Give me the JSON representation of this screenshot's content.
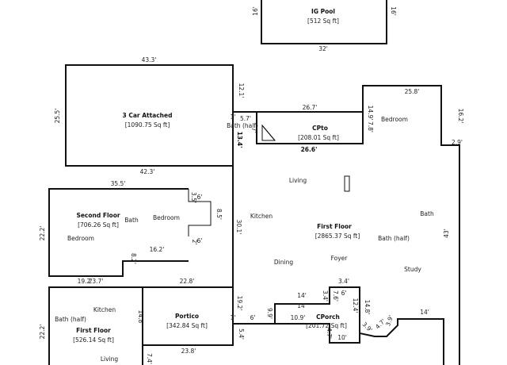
{
  "areas": [
    {
      "name": "IG Pool",
      "size": "[512 Sq ft]"
    },
    {
      "name": "3 Car Attached",
      "size": "[1090.75 Sq ft]"
    },
    {
      "name": "CPto",
      "size": "[208.01 Sq ft]"
    },
    {
      "name": "Second Floor",
      "size": "[706.26 Sq ft]"
    },
    {
      "name": "First Floor",
      "size": "[2865.37 Sq ft]"
    },
    {
      "name": "Portico",
      "size": "[342.84 Sq ft]"
    },
    {
      "name": "CPorch",
      "size": "[201.72 Sq ft]"
    },
    {
      "name": "First Floor",
      "size": "[526.14 Sq ft]"
    }
  ],
  "rooms": [
    "Bath (half)",
    "Bedroom",
    "Living",
    "Kitchen",
    "Bath",
    "Bedroom",
    "Bedroom",
    "Bath (half)",
    "Foyer",
    "Dining",
    "Study",
    "Kitchen",
    "Bath (half)",
    "Living",
    "Bath"
  ],
  "dims": [
    "16'",
    "16'",
    "32'",
    "43.3'",
    "12.1'",
    "25.5'",
    "42.3'",
    "5.7'",
    "26.7'",
    "26.6'",
    "13.4'",
    "7'",
    "25.8'",
    "14.9'",
    "7.8'",
    "16.2'",
    "2.9'",
    "35.5'",
    "3.5'",
    "6'",
    "8.5'",
    "2'",
    "6'",
    "22.2'",
    "16.2'",
    "8.2'",
    "19.2'",
    "23.7'",
    "22.8'",
    "30.1'",
    "43'",
    "14'",
    "14'",
    "14'",
    "7.6'",
    "3.4'",
    "3.4'",
    "7.6'",
    "6'",
    "12.4'",
    "10.9'",
    "6'",
    "9.9'",
    "14.8'",
    "22.2'",
    "19.2'",
    "5.4'",
    "23.8'",
    "7.4'",
    "4.7'",
    "10'",
    "3.9'",
    "4.7'",
    "3.9'",
    "1'",
    "1'"
  ]
}
